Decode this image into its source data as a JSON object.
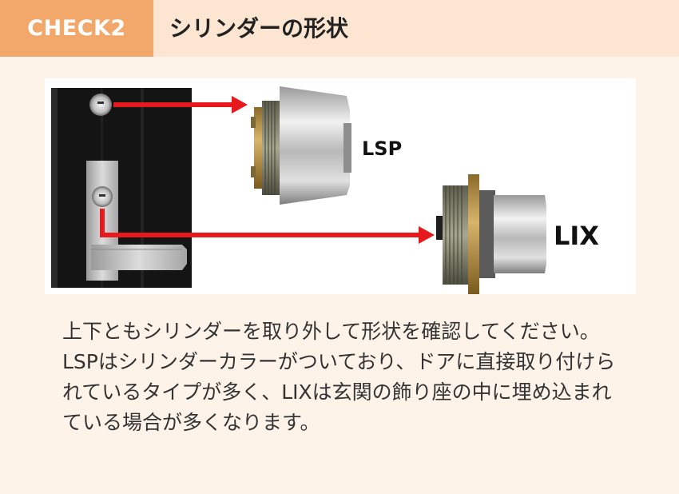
{
  "header": {
    "badge": "CHECK2",
    "title": "シリンダーの形状"
  },
  "figure": {
    "lsp_label": "LSP",
    "lix_label": "LIX"
  },
  "description": {
    "paragraph1": "上下ともシリンダーを取り外して形状を確認してください。",
    "paragraph2": "LSPはシリンダーカラーがついており、ドアに直接取り付けられているタイプが多く、LIXは玄関の飾り座の中に埋め込まれている場合が多くなります。"
  },
  "colors": {
    "badge_bg": "#f3a86b",
    "header_bg": "#fce6d2",
    "page_bg": "#fdf3e8",
    "arrow": "#e8191c",
    "door": "#141414"
  }
}
